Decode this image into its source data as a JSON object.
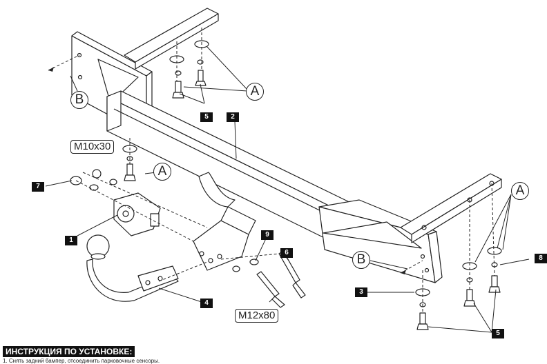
{
  "callouts": {
    "c1": "1",
    "c2": "2",
    "c3": "3",
    "c4": "4",
    "c5_top": "5",
    "c5_bottom": "5",
    "c6": "6",
    "c7": "7",
    "c8": "8",
    "c9": "9"
  },
  "circle_labels": {
    "a_top": "A",
    "a_mid": "A",
    "a_right": "A",
    "b_left": "B",
    "b_right": "B"
  },
  "specs": {
    "bolt_m10": "M10x30",
    "bolt_m12": "M12x80"
  },
  "instructions": {
    "title": "ИНСТРУКЦИЯ ПО УСТАНОВКЕ:",
    "step1": "1. Снять задний бампер, отсоединить парковочные сенсоры."
  },
  "colors": {
    "line": "#222222",
    "callout_bg": "#111111",
    "callout_text": "#ffffff"
  }
}
